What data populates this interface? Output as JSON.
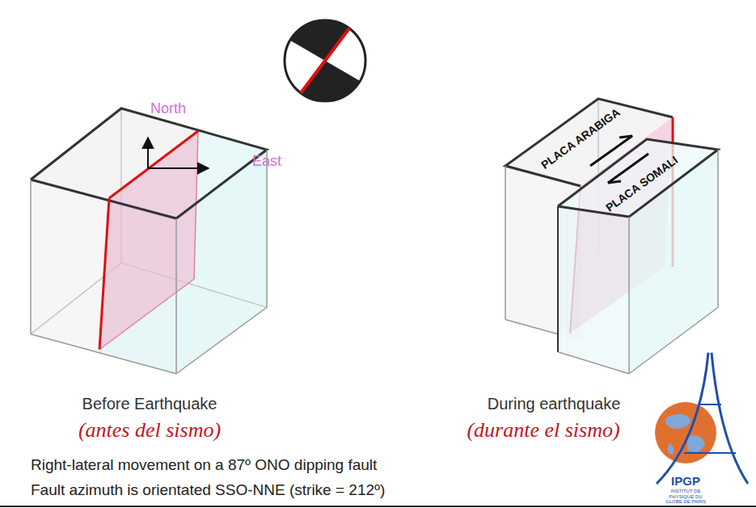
{
  "diagram": {
    "labels": [
      "North",
      "East",
      "PLACA ARABIGA",
      "PLACA SOMALI",
      "Before Earthquake",
      "(antes del sismo)",
      "During earthquake",
      "(durante el sismo)",
      "Right-lateral movement on a 87º ONO dipping fault",
      "Fault azimuth is orientated SSO-NNE (strike = 212º)",
      "IPGP",
      "INSTITUT DE PHYSIQUE DU GLOBE DE PARIS"
    ]
  }
}
